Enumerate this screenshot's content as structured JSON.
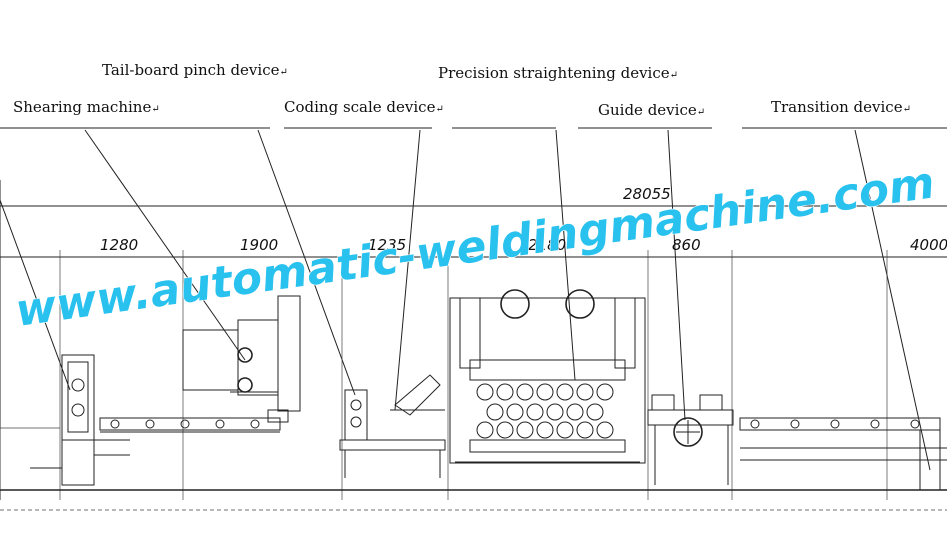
{
  "labels": {
    "tail_board": "Tail-board pinch device",
    "precision": "Precision straightening device",
    "shearing": "Shearing machine",
    "coding": "Coding scale device",
    "guide": "Guide device",
    "transition": "Transition device",
    "return_mark": "↵"
  },
  "dimensions": {
    "total": "28055",
    "d1": "1280",
    "d2": "1900",
    "d3": "1235",
    "d4": "2180",
    "d5": "860",
    "d6": "4000"
  },
  "watermark": {
    "text": "www.automatic-weldingmachine.com",
    "color": "#29c1ee"
  }
}
